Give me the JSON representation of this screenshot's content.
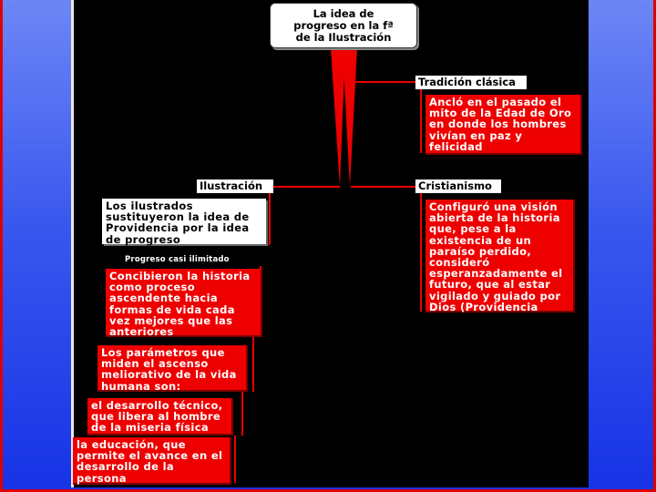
{
  "root": {
    "text": "La idea de\nprogreso en la fª\nde la Ilustración"
  },
  "branches": {
    "tradicion": {
      "label": "Tradición clásica",
      "box": "Ancló en el pasado el\nmito de la Edad de Oro\nen donde los hombres\nvivían en paz y\nfelicidad"
    },
    "cristianismo": {
      "label": "Cristianismo",
      "box": "Configuró una visión\nabierta de la historia\nque, pese a la\nexistencia de un\nparaíso perdido,\nconsideró\nesperanzadamente el\nfuturo, que al estar\nvigilado y guiado por\nDios (Providencia"
    },
    "ilustracion": {
      "label": "Ilustración",
      "intro": "Los ilustrados\nsustituyeron la idea de\nProvidencia por la idea\nde progreso",
      "sublabel": "Progreso casi ilimitado",
      "concibieron": "Concibieron la historia\ncomo proceso\nascendente hacia\nformas de vida cada\nvez mejores que las\nanteriores",
      "parametros": "Los parámetros que\nmiden el ascenso\nmeliorativo de la vida\nhumana son:",
      "desarrollo": "el desarrollo técnico,\nque libera al hombre\nde la miseria física",
      "educacion": "la educación, que\npermite el avance en el\ndesarrollo de la\npersona"
    }
  },
  "colors": {
    "node_red": "#ee0000",
    "panel": "#000000",
    "background": "#1633e6"
  }
}
